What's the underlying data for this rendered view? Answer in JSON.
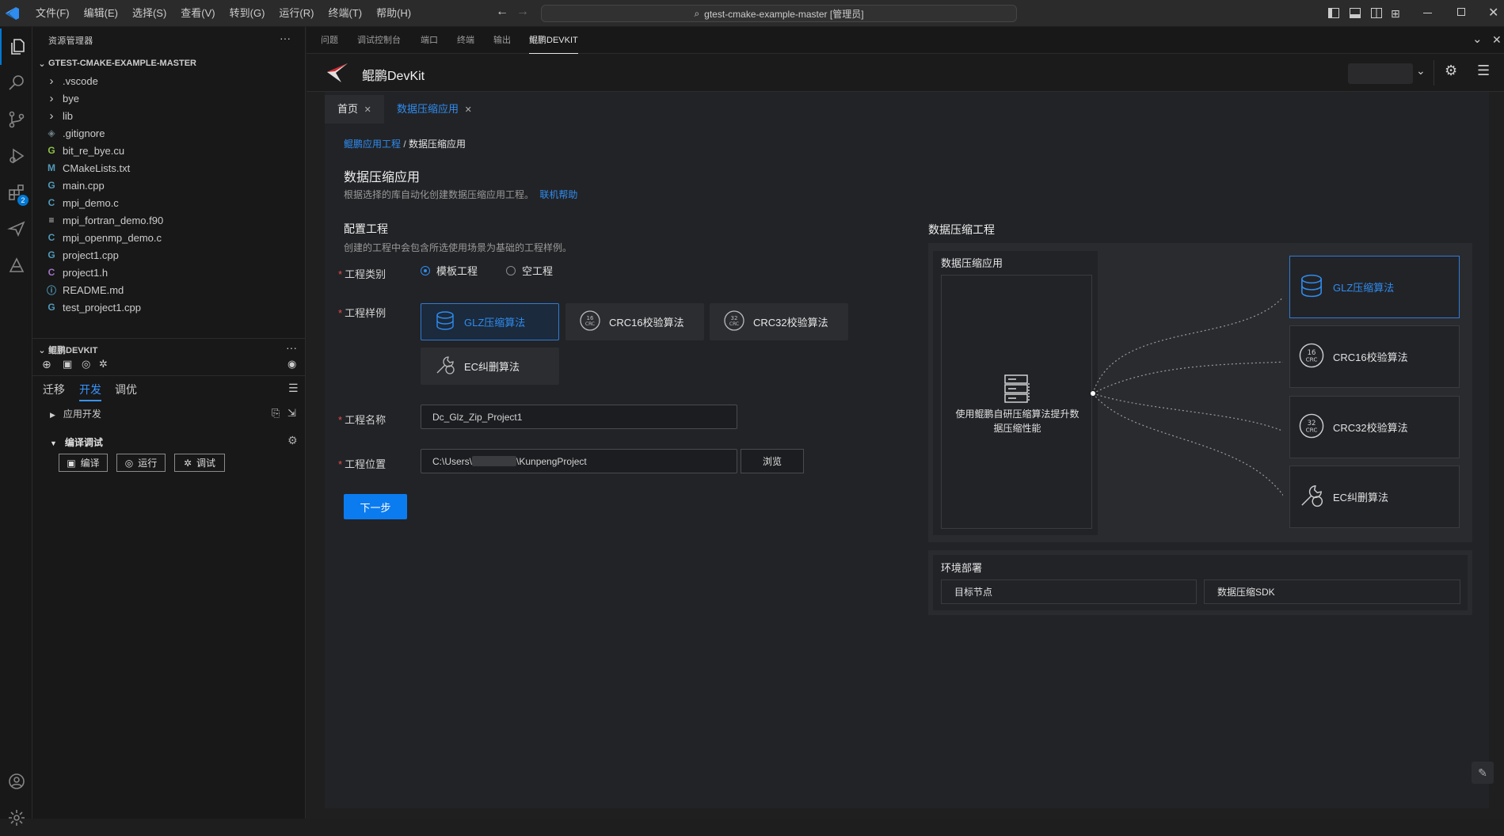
{
  "menu": [
    "文件(F)",
    "编辑(E)",
    "选择(S)",
    "查看(V)",
    "转到(G)",
    "运行(R)",
    "终端(T)",
    "帮助(H)"
  ],
  "command_center": "gtest-cmake-example-master [管理员]",
  "explorer": {
    "title": "资源管理器",
    "root": "GTEST-CMAKE-EXAMPLE-MASTER",
    "items": [
      {
        "name": ".vscode",
        "type": "folder"
      },
      {
        "name": "bye",
        "type": "folder"
      },
      {
        "name": "lib",
        "type": "folder"
      },
      {
        "name": ".gitignore",
        "icon": "◈",
        "color": "#6d8086"
      },
      {
        "name": "bit_re_bye.cu",
        "icon": "G",
        "color": "#8dc149"
      },
      {
        "name": "CMakeLists.txt",
        "icon": "M",
        "color": "#519aba"
      },
      {
        "name": "main.cpp",
        "icon": "G",
        "color": "#519aba"
      },
      {
        "name": "mpi_demo.c",
        "icon": "C",
        "color": "#519aba"
      },
      {
        "name": "mpi_fortran_demo.f90",
        "icon": "≡",
        "color": "#cccccc"
      },
      {
        "name": "mpi_openmp_demo.c",
        "icon": "C",
        "color": "#519aba"
      },
      {
        "name": "project1.cpp",
        "icon": "G",
        "color": "#519aba"
      },
      {
        "name": "project1.h",
        "icon": "C",
        "color": "#a074c4"
      },
      {
        "name": "README.md",
        "icon": "ⓘ",
        "color": "#519aba"
      },
      {
        "name": "test_project1.cpp",
        "icon": "G",
        "color": "#519aba"
      }
    ]
  },
  "devkit_section": {
    "title": "鲲鹏DEVKIT",
    "tabs": [
      "迁移",
      "开发",
      "调优"
    ],
    "active_tab": "开发",
    "app_dev": "应用开发",
    "compile_debug": "编译调试",
    "buttons": [
      "编译",
      "运行",
      "调试"
    ]
  },
  "activity_badge": "2",
  "panel_tabs": [
    "问题",
    "调试控制台",
    "端口",
    "终端",
    "输出",
    "鲲鹏DEVKIT"
  ],
  "devkit": {
    "brand": "鲲鹏DevKit",
    "tabs": [
      "首页",
      "数据压缩应用"
    ],
    "breadcrumb": {
      "link": "鲲鹏应用工程",
      "sep": "/",
      "current": "数据压缩应用"
    },
    "title": "数据压缩应用",
    "desc": "根据选择的库自动化创建数据压缩应用工程。",
    "help_link": "联机帮助",
    "config_title": "配置工程",
    "config_desc": "创建的工程中会包含所选使用场景为基础的工程样例。",
    "type_label": "工程类别",
    "type_options": [
      "模板工程",
      "空工程"
    ],
    "sample_label": "工程样例",
    "samples": [
      "GLZ压缩算法",
      "CRC16校验算法",
      "CRC32校验算法",
      "EC纠删算法"
    ],
    "name_label": "工程名称",
    "name_value": "Dc_Glz_Zip_Project1",
    "location_label": "工程位置",
    "location_prefix": "C:\\Users\\",
    "location_suffix": "\\KunpengProject",
    "browse": "浏览",
    "next": "下一步",
    "diagram": {
      "title": "数据压缩工程",
      "app_title": "数据压缩应用",
      "app_desc": "使用鲲鹏自研压缩算法提升数据压缩性能",
      "algorithms": [
        "GLZ压缩算法",
        "CRC16校验算法",
        "CRC32校验算法",
        "EC纠删算法"
      ],
      "env_title": "环境部署",
      "env_items": [
        "目标节点",
        "数据压缩SDK"
      ]
    }
  }
}
